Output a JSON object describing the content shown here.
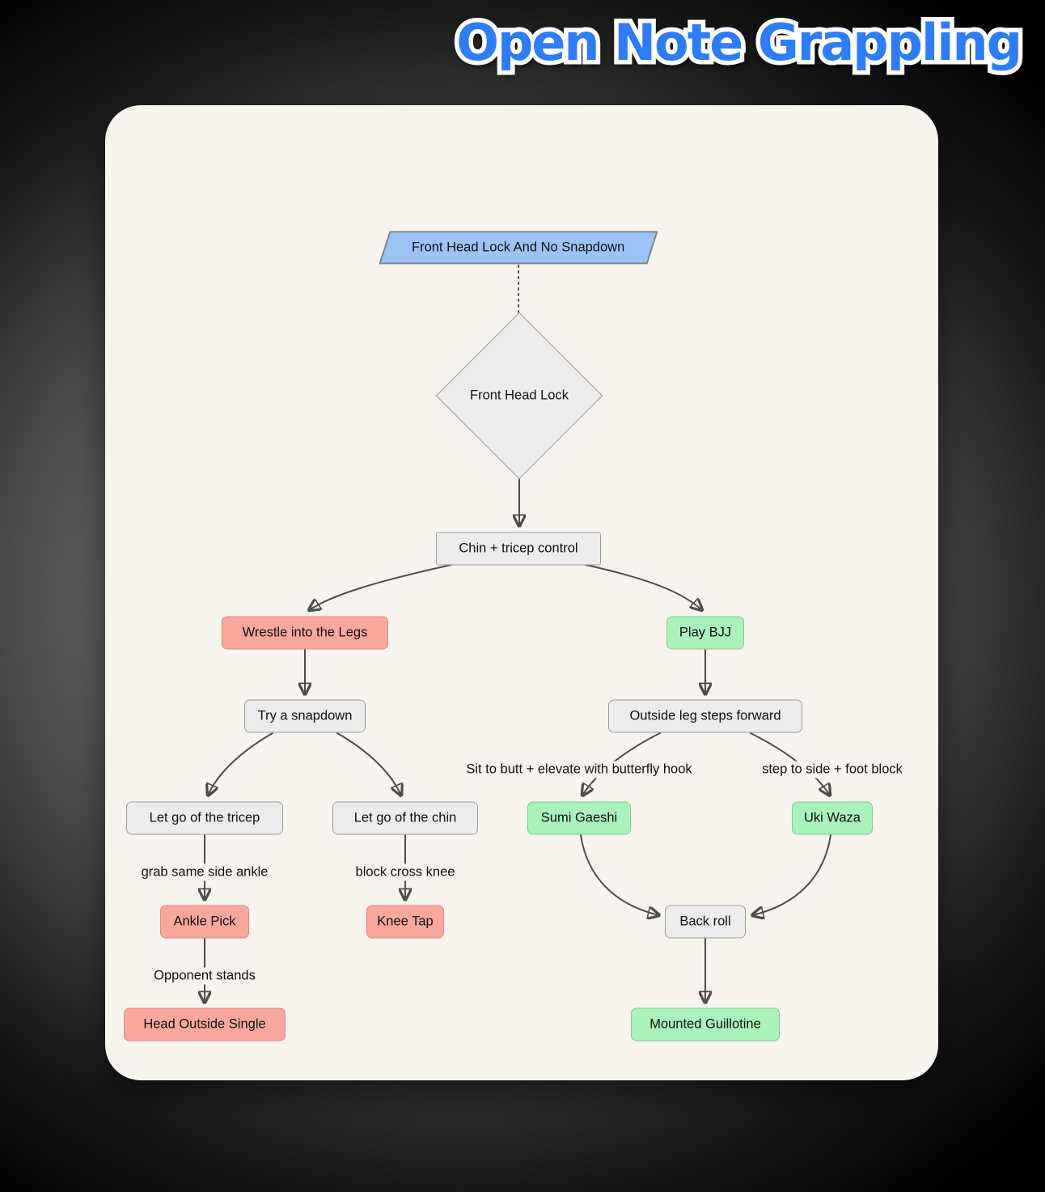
{
  "header": {
    "title": "Open Note Grappling"
  },
  "flowchart": {
    "nodes": {
      "start": {
        "label": "Front Head Lock And No Snapdown"
      },
      "decision": {
        "label": "Front Head Lock"
      },
      "chin_tricep": {
        "label": "Chin + tricep control"
      },
      "wrestle_legs": {
        "label": "Wrestle into the Legs"
      },
      "play_bjj": {
        "label": "Play BJJ"
      },
      "try_snapdown": {
        "label": "Try a snapdown"
      },
      "outside_leg": {
        "label": "Outside leg steps forward"
      },
      "let_go_tricep": {
        "label": "Let go of the tricep"
      },
      "let_go_chin": {
        "label": "Let go of the chin"
      },
      "sumi_gaeshi": {
        "label": "Sumi Gaeshi"
      },
      "uki_waza": {
        "label": "Uki Waza"
      },
      "ankle_pick": {
        "label": "Ankle Pick"
      },
      "knee_tap": {
        "label": "Knee Tap"
      },
      "back_roll": {
        "label": "Back roll"
      },
      "head_outside_single": {
        "label": "Head Outside Single"
      },
      "mounted_guillotine": {
        "label": "Mounted Guillotine"
      }
    },
    "edge_labels": {
      "sit_to_butt": "Sit to butt + elevate with butterfly hook",
      "step_to_side": "step to side + foot block",
      "grab_ankle": "grab same side ankle",
      "block_knee": "block cross knee",
      "opponent_stands": "Opponent stands"
    },
    "colors": {
      "title_accent": "#2e7cf6",
      "node_blue": "#9cc3f5",
      "node_gray": "#ececec",
      "node_salmon": "#f9a79d",
      "node_green": "#a9f2b9",
      "edge": "#4d4d4d",
      "card_background": "#f7f3ee"
    }
  }
}
